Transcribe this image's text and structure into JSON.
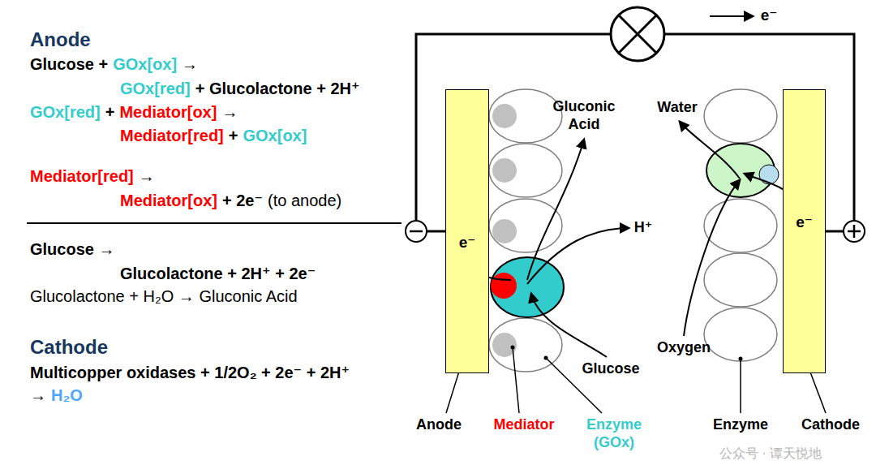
{
  "diagram": {
    "nodes": [
      {
        "text": [
          "e⁻"
        ]
      },
      {
        "text": [
          "e⁻"
        ]
      }
    ],
    "edges": [
      {
        "from": 0,
        "to": 1,
        "arrow": "none"
      }
    ],
    "labels": [
      "Anode",
      "Glucose +",
      "GOx[ox]",
      "→",
      "GOx[red]",
      "+ Glucolactone + 2H⁺",
      "GOx[red]",
      "+",
      "Mediator[ox]",
      "→",
      "Mediator[red]",
      "+",
      "GOx[ox]",
      "Mediator[red]",
      "→",
      "Mediator[ox]",
      "+ 2e⁻",
      "(to anode)",
      "Glucose →",
      "Glucolactone + 2H⁺ + 2e⁻",
      "Glucolactone + H₂O → Gluconic Acid",
      "Cathode",
      "Multicopper oxidases + 1/2O₂ + 2e⁻ + 2H⁺",
      "→",
      "H₂O",
      "e⁻",
      "Gluconic Acid",
      "Water",
      "H⁺",
      "Oxygen",
      "Glucose",
      "Anode",
      "Mediator",
      "Enzyme (GOx)",
      "Enzyme",
      "Cathode",
      "公众号 · 谭天悦地"
    ]
  }
}
